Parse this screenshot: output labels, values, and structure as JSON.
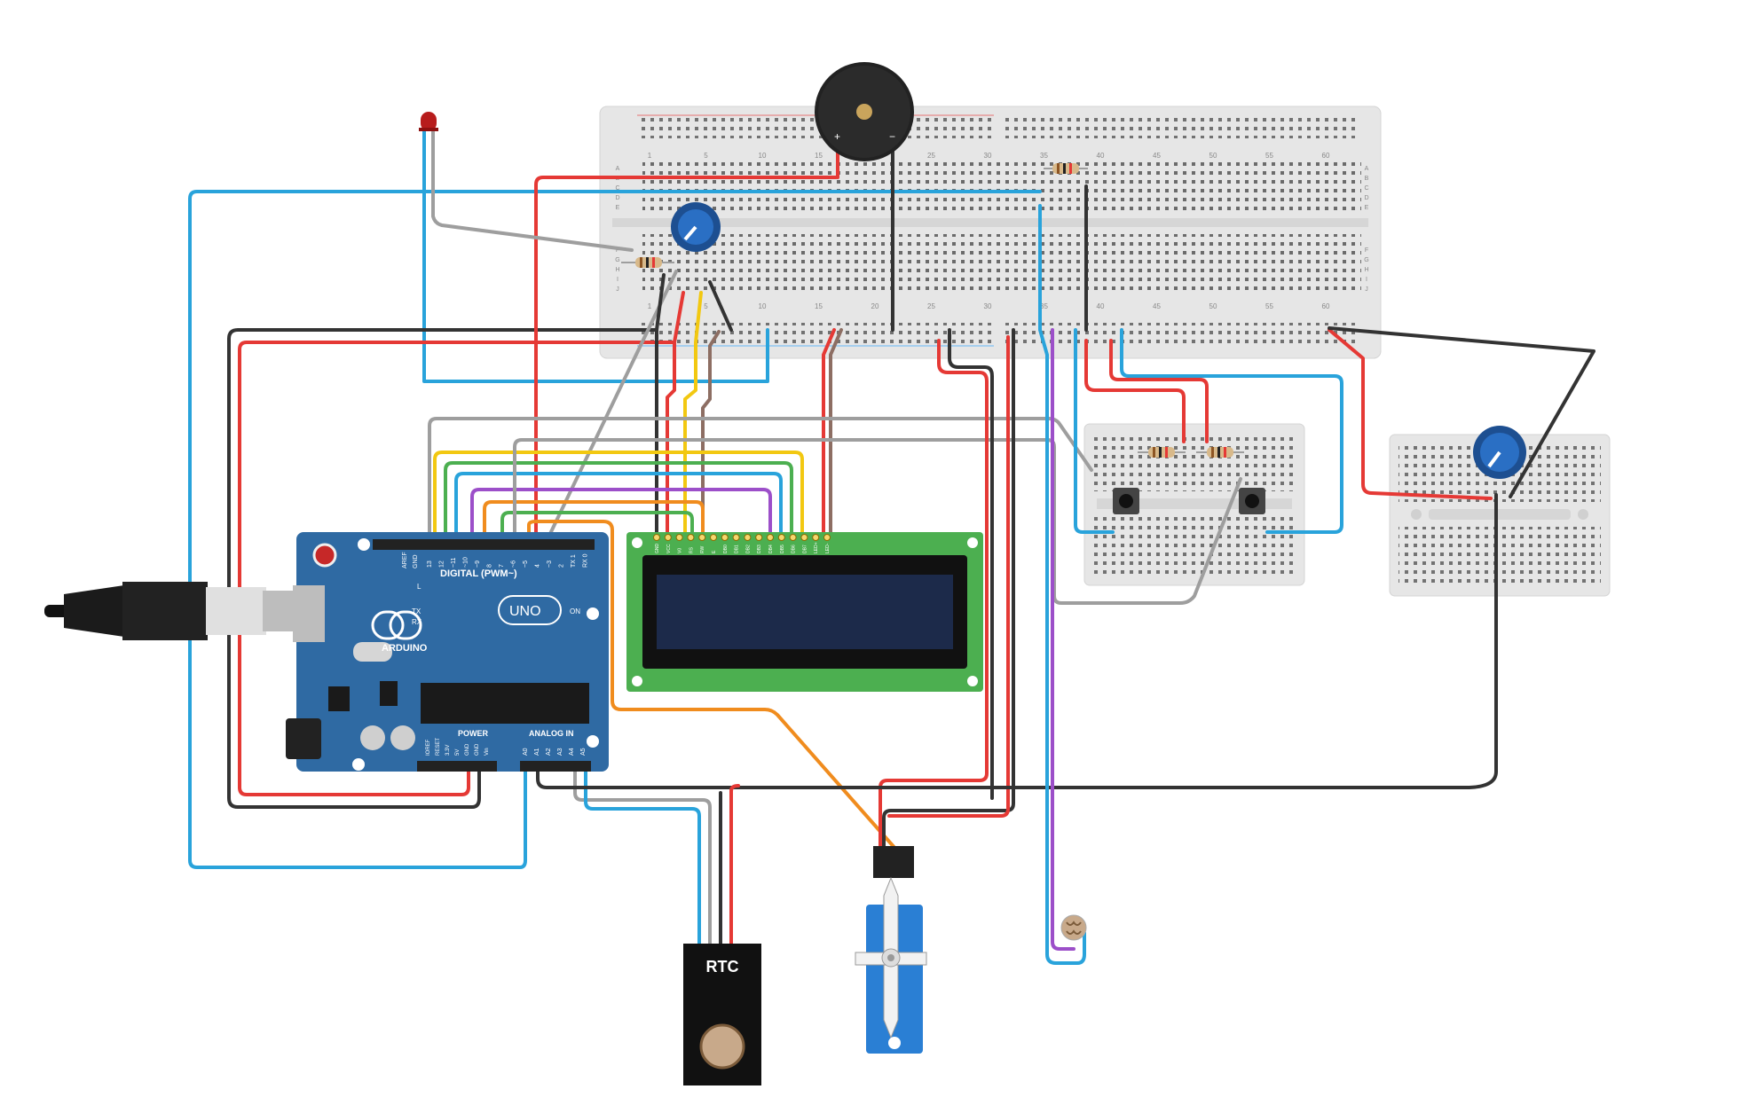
{
  "arduino": {
    "brand": "ARDUINO",
    "model": "UNO",
    "digital_label": "DIGITAL (PWM~)",
    "analog_label": "ANALOG IN",
    "power_label": "POWER",
    "on_label": "ON",
    "l_label": "L",
    "tx_label": "TX",
    "rx_label": "RX",
    "aref_label": "AREF",
    "gnd_label": "GND",
    "digital_pins": [
      "13",
      "12",
      "~11",
      "~10",
      "~9",
      "8",
      "7",
      "~6",
      "~5",
      "4",
      "~3",
      "2",
      "TX 1",
      "RX 0"
    ],
    "power_pins": [
      "IOREF",
      "RESET",
      "3.3V",
      "5V",
      "GND",
      "GND",
      "Vin"
    ],
    "analog_pins": [
      "A0",
      "A1",
      "A2",
      "A3",
      "A4",
      "A5"
    ]
  },
  "rtc": {
    "label": "RTC"
  },
  "breadboard": {
    "column_numbers": [
      "1",
      "5",
      "10",
      "15",
      "20",
      "25",
      "30",
      "35",
      "40",
      "45",
      "50",
      "55",
      "60"
    ],
    "row_letters_top": [
      "A",
      "B",
      "C",
      "D",
      "E"
    ],
    "row_letters_bottom": [
      "F",
      "G",
      "H",
      "I",
      "J"
    ]
  },
  "lcd": {
    "pin_labels": [
      "GND",
      "VCC",
      "V0",
      "RS",
      "RW",
      "E",
      "DB0",
      "DB1",
      "DB2",
      "DB3",
      "DB4",
      "DB5",
      "DB6",
      "DB7",
      "LED+",
      "LED-"
    ]
  },
  "colors": {
    "background": "#ffffff",
    "arduino_board": "#2f6aa3",
    "breadboard": "#e4e4e4",
    "lcd_pcb": "#4caf50",
    "lcd_screen": "#1c2a4a",
    "servo": "#2a7fd4",
    "wire_red": "#e53935",
    "wire_blue": "#29a3db",
    "wire_black": "#333333",
    "wire_gray": "#9e9e9e",
    "wire_yellow": "#f2c811",
    "wire_green": "#4caf50",
    "wire_orange": "#f08c1e",
    "wire_purple": "#9c4fc9",
    "wire_brown": "#8d6e63"
  }
}
